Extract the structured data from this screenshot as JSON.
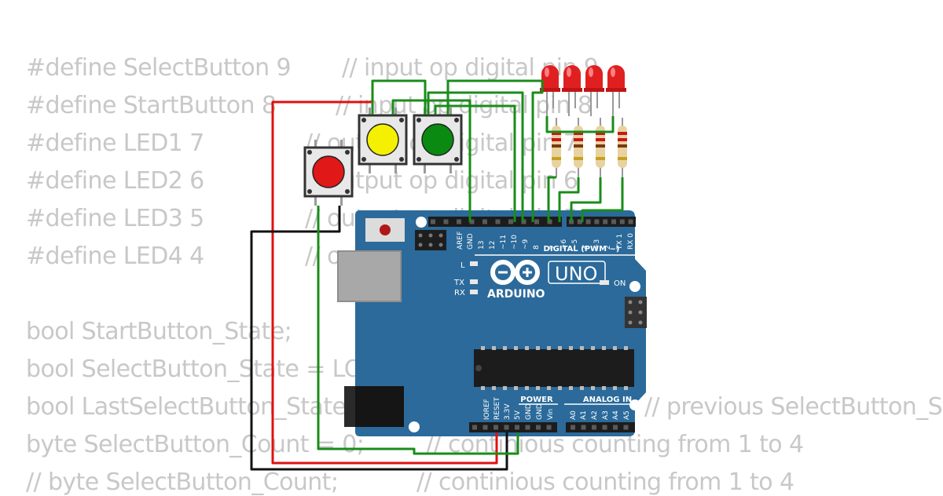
{
  "code_lines": [
    {
      "code": "#define SelectButton 9",
      "comment": "// input op digital pin 9"
    },
    {
      "code": "#define StartButton 8",
      "comment": "// input op digital pin 8"
    },
    {
      "code": "#define LED1 7",
      "comment": "// output op digital pin 7"
    },
    {
      "code": "#define LED2 6",
      "comment": "// output op digital pin 6"
    },
    {
      "code": "#define LED3 5",
      "comment": "// output op digital pin 5"
    },
    {
      "code": "#define LED4 4",
      "comment": "// output op digital pin 4"
    },
    {
      "code": "",
      "comment": ""
    },
    {
      "code": "bool StartButton_State;",
      "comment": ""
    },
    {
      "code": "bool SelectButton_State = LOW;",
      "comment": ""
    },
    {
      "code": "bool LastSelectButton_State = LOW;",
      "comment": "// previous SelectButton_State"
    },
    {
      "code": "byte SelectButton_Count = 0;",
      "comment": "// continious counting from 1 to 4"
    },
    {
      "code": "// byte SelectButton_Count;",
      "comment": "// continious counting from 1 to 4"
    }
  ],
  "board": {
    "brand": "ARDUINO",
    "model": "UNO",
    "on_label": "ON",
    "digital_label": "DIGITAL (PWM ~)",
    "power_label": "POWER",
    "analog_label": "ANALOG IN",
    "led_l": "L",
    "led_tx": "TX",
    "led_rx": "RX",
    "digital_pins": [
      "AREF",
      "GND",
      "13",
      "12",
      "~11",
      "~10",
      "~9",
      "8",
      "7",
      "~6",
      "~5",
      "4",
      "~3",
      "2",
      "TX 1",
      "RX 0"
    ],
    "power_pins": [
      "IOREF",
      "RESET",
      "3.3V",
      "5V",
      "GND",
      "GND",
      "Vin"
    ],
    "analog_pins": [
      "A0",
      "A1",
      "A2",
      "A3",
      "A4",
      "A5"
    ]
  },
  "colors": {
    "board": "#2b6a9a",
    "wire_red": "#e01010",
    "wire_green": "#1a8c1a",
    "wire_black": "#111111",
    "led": "#e02020",
    "button_red": "#e01818",
    "button_yellow": "#f4f000",
    "button_green": "#0a8a10"
  }
}
